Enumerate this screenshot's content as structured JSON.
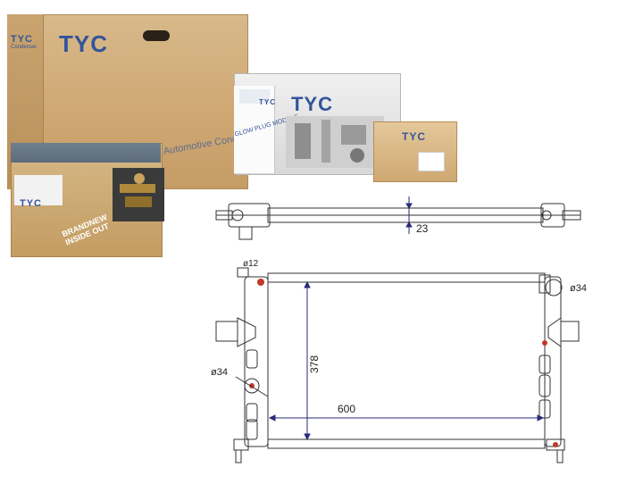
{
  "packaging": {
    "big_box": {
      "brand": "TYC",
      "corner_brand": "TYC",
      "corner_label": "Condenser",
      "side_text": "Automotive Condens"
    },
    "grey_box": {
      "brand": "TYC",
      "top_brand": "TYC",
      "side_text": "GLOW PLUG MODULE"
    },
    "small_box": {
      "brand": "TYC"
    },
    "front_box": {
      "brand": "TYC",
      "slogan_line1": "BRANDNEW",
      "slogan_line2": "INSIDE OUT"
    }
  },
  "drawing": {
    "top_view": {
      "thickness_label": "23"
    },
    "front_view": {
      "height_label": "378",
      "width_label": "600",
      "hole_label": "ø12",
      "inlet_left_label": "ø34",
      "outlet_right_label": "ø34"
    }
  },
  "colors": {
    "brand_blue": "#34549a",
    "cardboard": "#cfa874",
    "line": "#333333",
    "dimension": "#2a2a7a"
  }
}
